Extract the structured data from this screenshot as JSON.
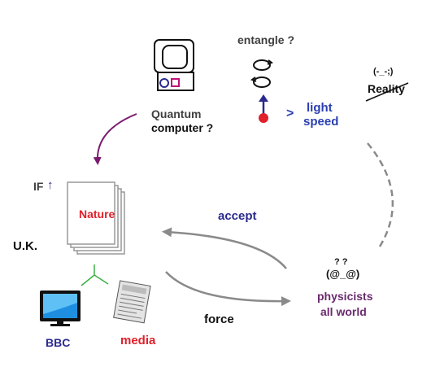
{
  "labels": {
    "quantum_line1": "Quantum",
    "quantum_line2": "computer ?",
    "entangle": "entangle ?",
    "light_gt": ">",
    "light_line1": "light",
    "light_line2": "speed",
    "reality_face": "(-_-;)",
    "reality": "Reality",
    "if_text": "IF",
    "if_arrow": "↑",
    "nature": "Nature",
    "uk": "U.K.",
    "accept": "accept",
    "force": "force",
    "physicists_face_top": "? ?",
    "physicists_face": "(@_@)",
    "physicists_line1": "physicists",
    "physicists_line2": "all world",
    "bbc": "BBC",
    "media": "media"
  },
  "colors": {
    "purple_arrow": "#7a1a6e",
    "gray_arrow": "#8a8a8a",
    "nature_red": "#e0202a",
    "light_blue": "#2a3fb0",
    "physicists_purple": "#6a2a6e",
    "branch_green": "#3cb043"
  },
  "icons": [
    "computer-icon",
    "entangle-spin-icon",
    "particle-icon",
    "nature-journal-icon",
    "tv-monitor-icon",
    "newspaper-icon"
  ]
}
